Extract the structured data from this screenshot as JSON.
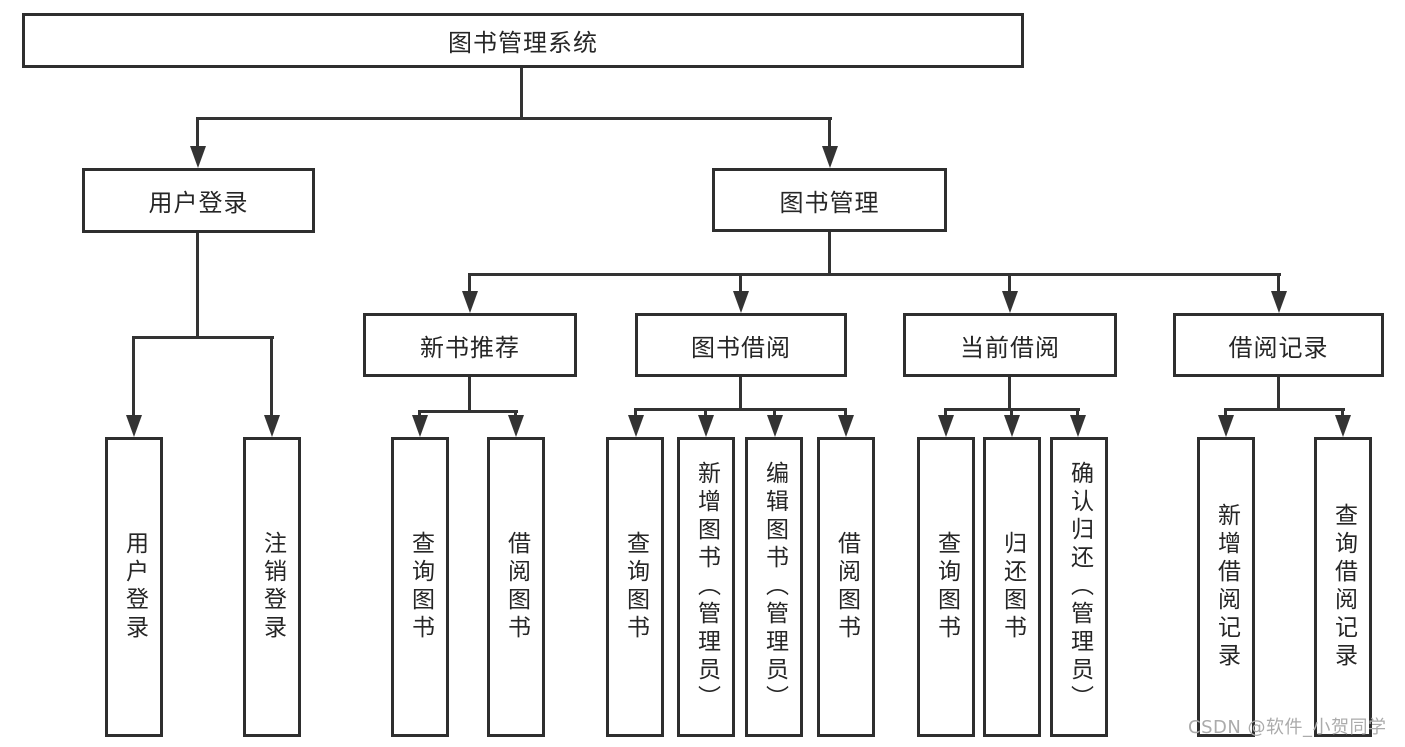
{
  "nodes": {
    "root": "图书管理系统",
    "user_login": "用户登录",
    "book_mgmt": "图书管理",
    "new_book_rec": "新书推荐",
    "book_borrow": "图书借阅",
    "current_borrow": "当前借阅",
    "borrow_record": "借阅记录",
    "leaf_user_login": "用户登录",
    "leaf_logout": "注销登录",
    "leaf_rec_query_book": "查询图书",
    "leaf_rec_borrow_book": "借阅图书",
    "leaf_bb_query_book": "查询图书",
    "leaf_bb_add_book": "新增图书（管理员）",
    "leaf_bb_edit_book": "编辑图书（管理员）",
    "leaf_bb_borrow_book": "借阅图书",
    "leaf_cb_query_book": "查询图书",
    "leaf_cb_return_book": "归还图书",
    "leaf_cb_confirm_return": "确认归还（管理员）",
    "leaf_br_add_record": "新增借阅记录",
    "leaf_br_query_record": "查询借阅记录"
  },
  "watermark": "CSDN @软件_小贺同学",
  "colors": {
    "background": "#ffffff",
    "box_border": "#2e2e2e",
    "connector": "#333333",
    "text": "#262626",
    "watermark": "#ababab"
  }
}
